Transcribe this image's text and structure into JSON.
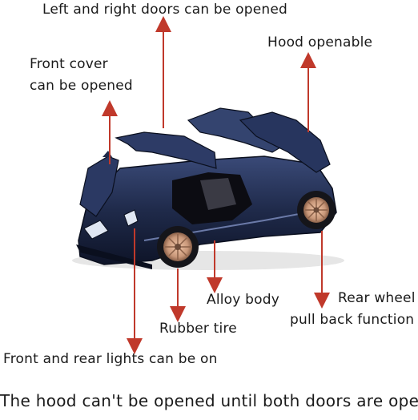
{
  "callouts": {
    "doors": "Left and right doors can be opened",
    "front_cover_line1": "Front cover",
    "front_cover_line2": "can be opened",
    "hood": "Hood openable",
    "alloy_body": "Alloy body",
    "rear_wheel_line1": "Rear wheel",
    "rear_wheel_line2": "pull back function",
    "rubber_tire": "Rubber tire",
    "lights": "Front and rear lights can be on"
  },
  "footer_note": "The hood can't be opened until both doors are open",
  "colors": {
    "arrow": "#c0392b",
    "car_body": "#1f2a4a",
    "rim": "#c9987a",
    "text": "#1a1a1a"
  }
}
